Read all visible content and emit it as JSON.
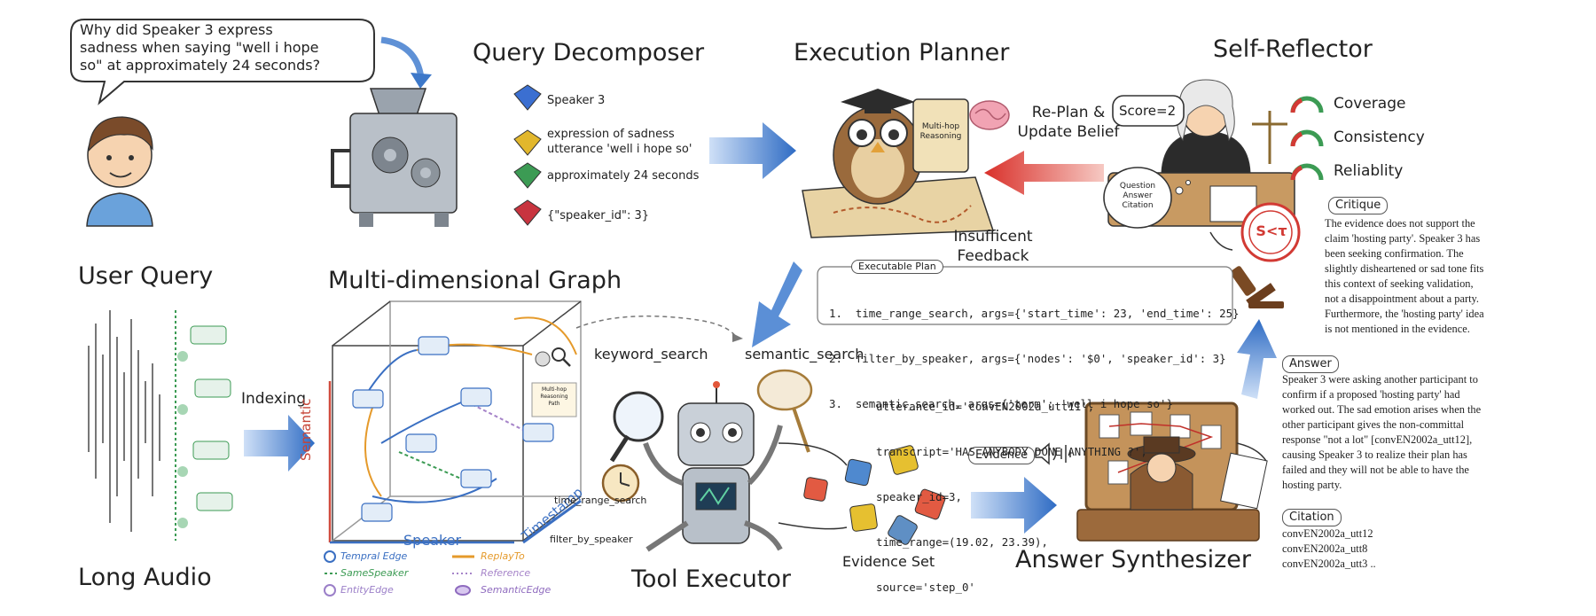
{
  "user": {
    "question_lines": [
      "Why did Speaker 3 express",
      "sadness when saying \"well i hope",
      "so\" at approximately 24 seconds?"
    ],
    "user_query_label": "User Query",
    "long_audio_label": "Long Audio",
    "indexing_label": "Indexing"
  },
  "decomposer": {
    "title": "Query Decomposer",
    "items": [
      {
        "lines": [
          "Speaker 3"
        ],
        "color": "#3b6fd1"
      },
      {
        "lines": [
          "expression of sadness",
          "utterance 'well i hope so'"
        ],
        "color": "#e2b72c"
      },
      {
        "lines": [
          "approximately 24 seconds"
        ],
        "color": "#3c9b54"
      },
      {
        "lines": [
          "{\"speaker_id\": 3}"
        ],
        "color": "#c8343f"
      }
    ]
  },
  "planner": {
    "title": "Execution Planner",
    "scroll_text": [
      "Multi-hop",
      "Reasoning"
    ],
    "replan_lines": [
      "Re-Plan &",
      "Update Belief"
    ],
    "insufficient_lines": [
      "Insufficent",
      "Feedback"
    ],
    "plan_label": "Executable Plan",
    "plan_lines": [
      "1.  time_range_search, args={'start_time': 23, 'end_time': 25}",
      "2.  filter_by_speaker, args={'nodes': '$0', 'speaker_id': 3}",
      "3.  semantic_search, args={'term': 'well i hope so'}"
    ]
  },
  "reflector": {
    "title": "Self-Reflector",
    "score": "Score=2",
    "bubble_lines": [
      "Question",
      "Answer",
      "Citation"
    ],
    "stamp": "S<τ",
    "metrics": [
      "Coverage",
      "Consistency",
      "Reliablity"
    ],
    "critique_label": "Critique",
    "critique_lines": [
      "The evidence does not support the",
      "claim 'hosting party'. Speaker 3 has",
      "been seeking confirmation. The",
      "slightly disheartened or sad tone fits",
      "this context of seeking validation,",
      "not a disappointment about a party.",
      "Furthermore, the 'hosting party' idea",
      "is not mentioned in the evidence."
    ]
  },
  "graph": {
    "title": "Multi-dimensional Graph",
    "axis_semantic": "Semantic",
    "axis_speaker": "Speaker",
    "axis_timestamp": "Timestamp",
    "card_text": [
      "Multi-hop",
      "Reasoning",
      "Path"
    ],
    "legend": [
      {
        "label": "Tempral Edge",
        "color": "#3a6fc2"
      },
      {
        "label": "ReplayTo",
        "color": "#e59a2b"
      },
      {
        "label": "SameSpeaker",
        "color": "#3c9b54"
      },
      {
        "label": "Reference",
        "color": "#a684c9"
      },
      {
        "label": "EntityEdge",
        "color": "#9b7fc8"
      },
      {
        "label": "SemanticEdge",
        "color": "#8f6bbf"
      }
    ]
  },
  "tools": {
    "title": "Tool Executor",
    "keyword": "keyword_search",
    "semantic": "semantic_search",
    "time_range": "time_range_search",
    "filter": "filter_by_speaker",
    "evidence_set": "Evidence Set",
    "evidence_tag": "Evidence",
    "evidence_lines": [
      "utterance_id='convEN2002a_utt11',",
      "transcript='HAS ANYBODY DONE ANYTHING ?',",
      "speaker_id=3,",
      "time_range=(19.02, 23.39),",
      "source='step_0'"
    ]
  },
  "answer": {
    "title": "Answer Synthesizer",
    "answer_label": "Answer",
    "answer_lines": [
      "Speaker 3 were asking another participant to",
      "confirm if a proposed 'hosting party' had",
      "worked out. The sad emotion arises when the",
      "other participant gives the non-committal",
      "response \"not a lot\" [convEN2002a_utt12],",
      "causing Speaker 3 to realize their plan has",
      "failed and they will not be able to have the",
      "hosting party."
    ],
    "citation_label": "Citation",
    "citations": [
      "convEN2002a_utt12",
      "convEN2002a_utt8",
      "convEN2002a_utt3 .."
    ]
  },
  "colors": {
    "arrow_blue": "#3d78c9",
    "arrow_red": "#d9423a"
  }
}
